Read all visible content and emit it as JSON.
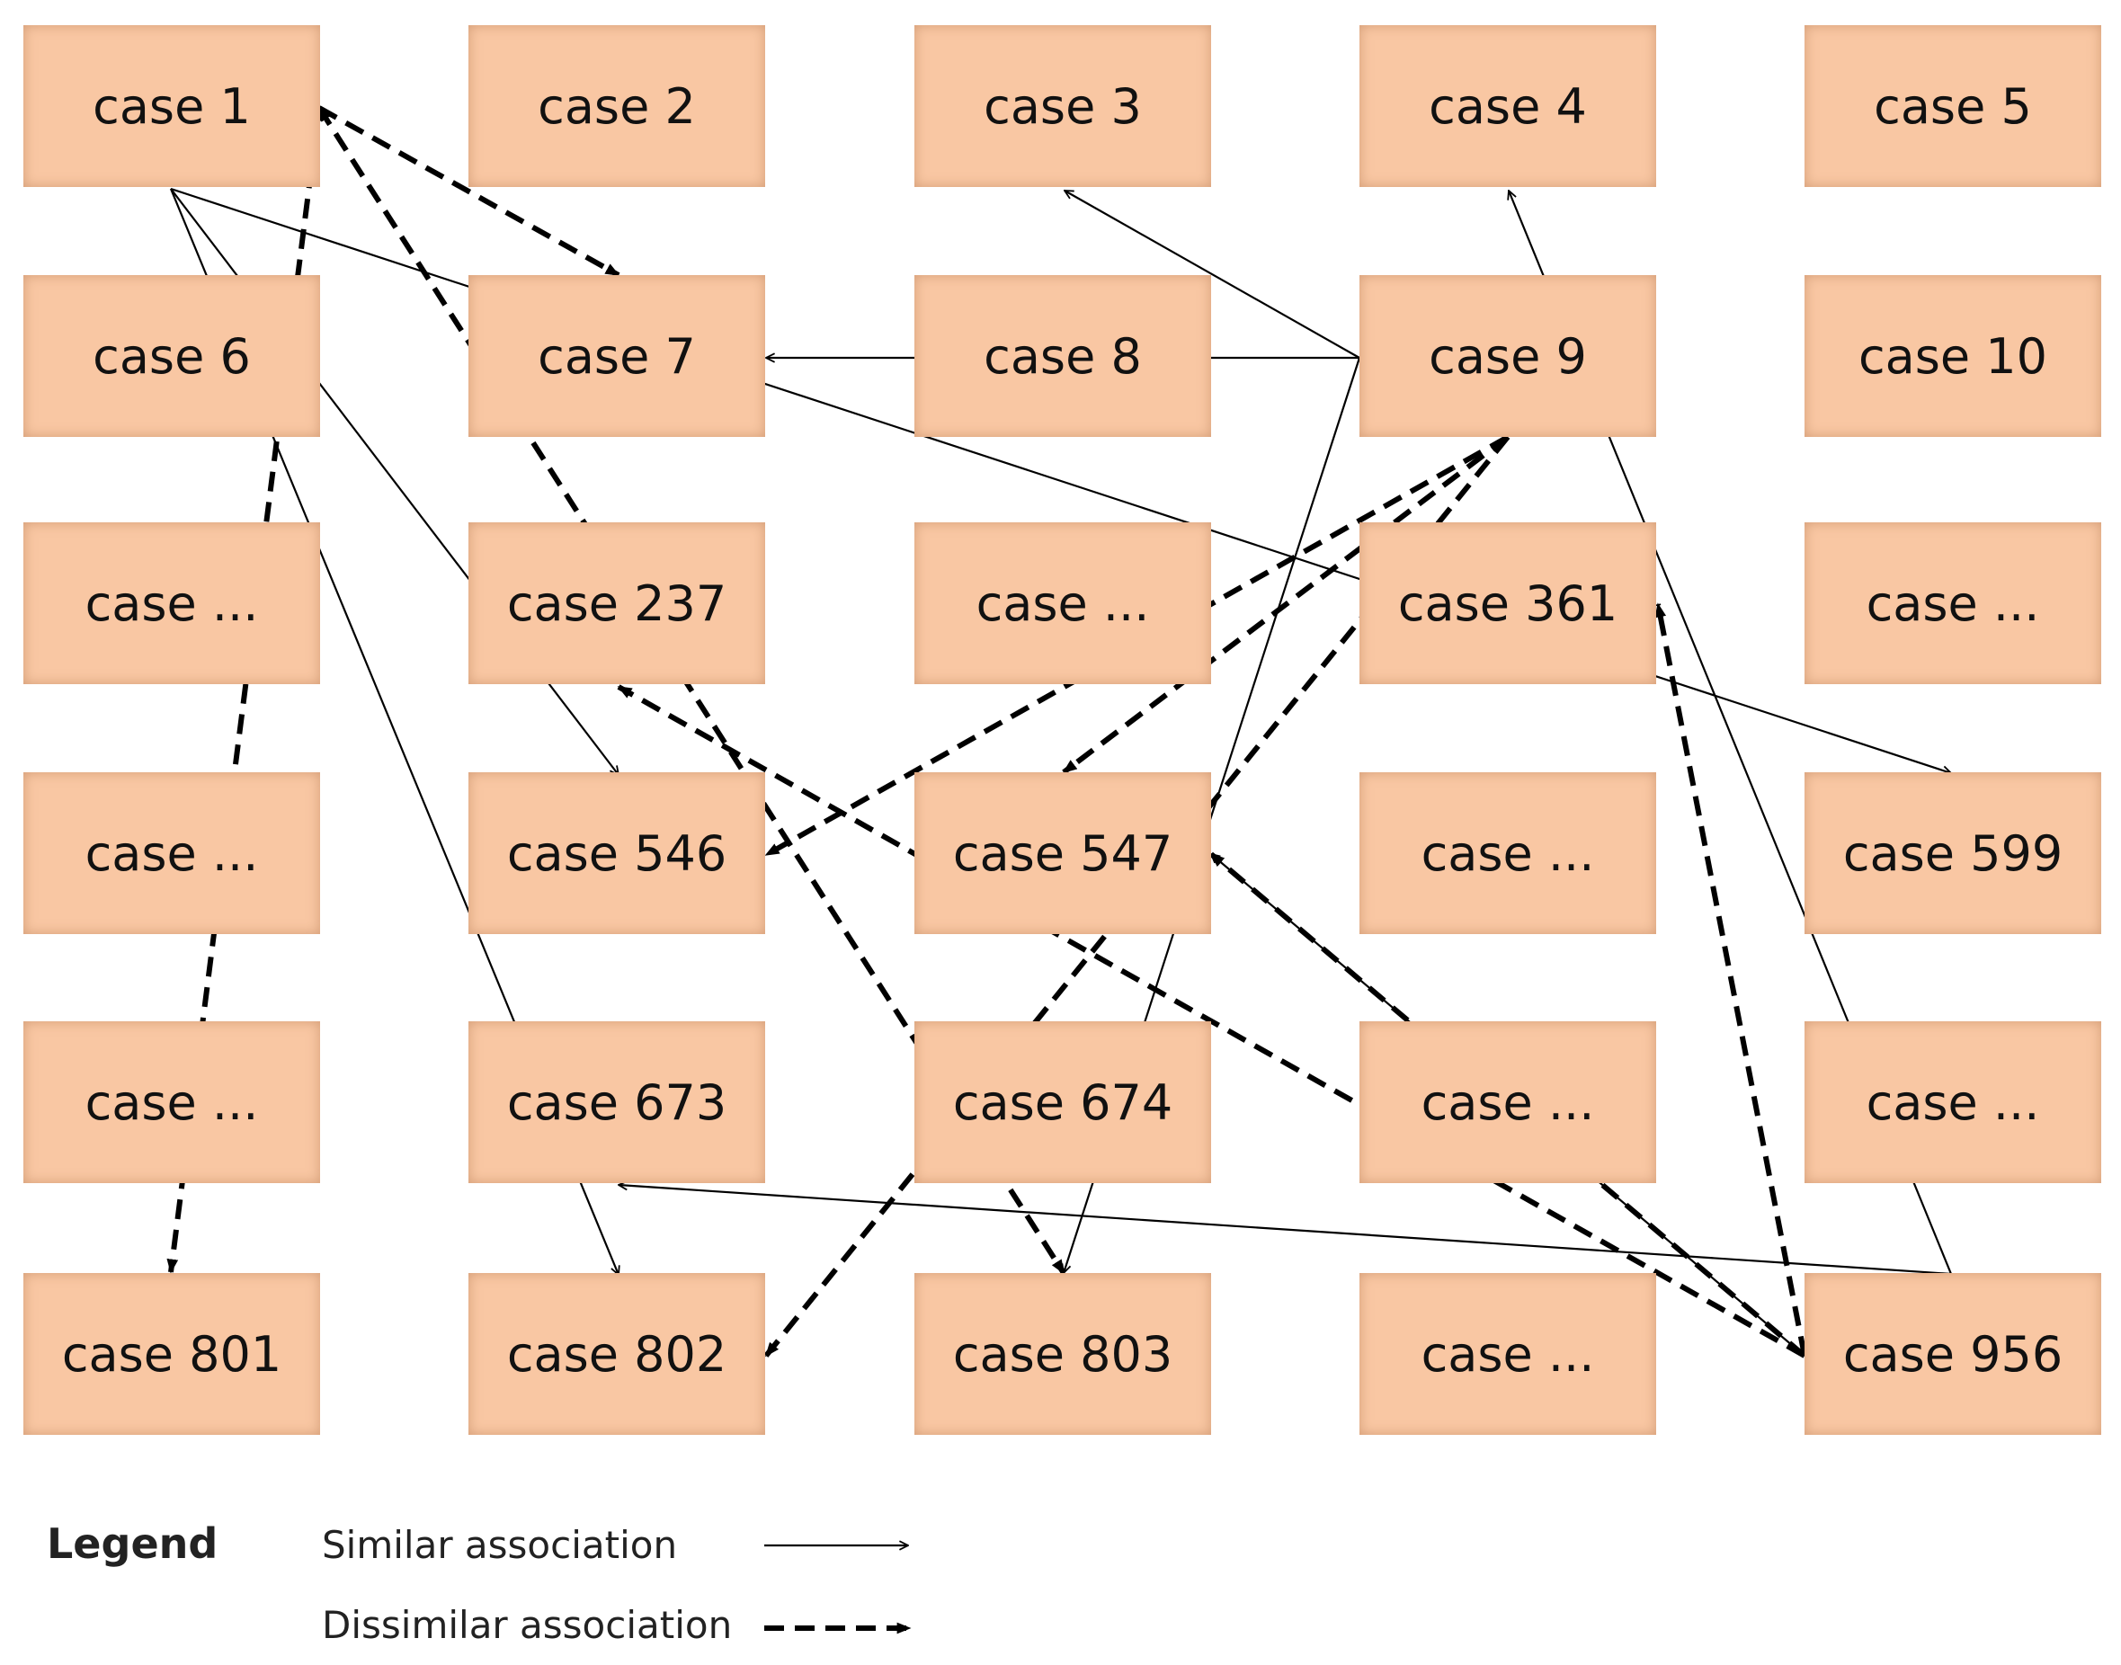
{
  "cases": [
    "case 1",
    "case 2",
    "case 3",
    "case 4",
    "case 5",
    "case 6",
    "case 7",
    "case 8",
    "case 9",
    "case 10",
    "case ...",
    "case 237",
    "case ...",
    "case 361",
    "case ...",
    "case ...",
    "case 546",
    "case 547",
    "case ...",
    "case 599",
    "case ...",
    "case 673",
    "case 674",
    "case ...",
    "case ...",
    "case 801",
    "case 802",
    "case 803",
    "case ...",
    "case 956"
  ],
  "associations": {
    "similar": [
      [
        "case 1",
        "case 546"
      ],
      [
        "case 1",
        "case 802"
      ],
      [
        "case 1",
        "case 599"
      ],
      [
        "case 9",
        "case 3"
      ],
      [
        "case 9",
        "case 7"
      ],
      [
        "case 9",
        "case 803"
      ],
      [
        "case 956",
        "case 4"
      ],
      [
        "case 956",
        "case 547"
      ],
      [
        "case 956",
        "case 673"
      ]
    ],
    "dissimilar": [
      [
        "case 1",
        "case 7"
      ],
      [
        "case 1",
        "case 801"
      ],
      [
        "case 1",
        "case 803"
      ],
      [
        "case 9",
        "case 546"
      ],
      [
        "case 9",
        "case 547"
      ],
      [
        "case 9",
        "case 802"
      ],
      [
        "case 956",
        "case 361"
      ],
      [
        "case 956",
        "case 237"
      ],
      [
        "case 956",
        "case 547"
      ]
    ]
  },
  "legend": {
    "title": "Legend",
    "similar_label": "Similar association",
    "dissimilar_label": "Dissimilar association"
  }
}
